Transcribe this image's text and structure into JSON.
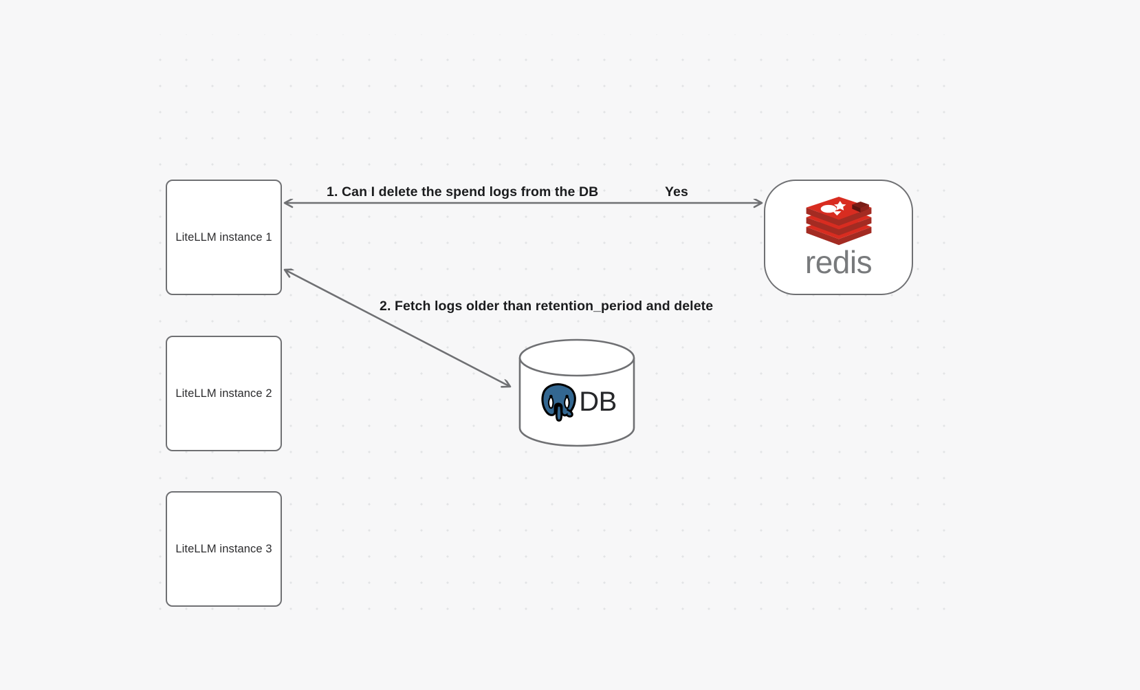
{
  "diagram": {
    "background_color": "#f7f7f8",
    "grid": "dot-grid",
    "stroke_color": "#6f7073",
    "nodes": [
      {
        "id": "litellm-1",
        "label": "LiteLLM instance 1",
        "shape": "rounded-rect"
      },
      {
        "id": "litellm-2",
        "label": "LiteLLM instance 2",
        "shape": "rounded-rect"
      },
      {
        "id": "litellm-3",
        "label": "LiteLLM instance 3",
        "shape": "rounded-rect"
      },
      {
        "id": "redis",
        "label": "redis",
        "shape": "stadium",
        "icon": "redis-logo-icon",
        "accent_color": "#d82c20"
      },
      {
        "id": "db",
        "label": "DB",
        "shape": "cylinder",
        "icon": "postgresql-elephant-icon",
        "accent_color": "#336791"
      }
    ],
    "edges": [
      {
        "id": "edge-1",
        "from": "litellm-1",
        "to": "redis",
        "direction": "bidirectional",
        "label": "1.  Can I delete the spend logs from the DB",
        "answer_label": "Yes"
      },
      {
        "id": "edge-2",
        "from": "litellm-1",
        "to": "db",
        "direction": "bidirectional",
        "label": "2.  Fetch logs older than retention_period and delete"
      }
    ]
  }
}
